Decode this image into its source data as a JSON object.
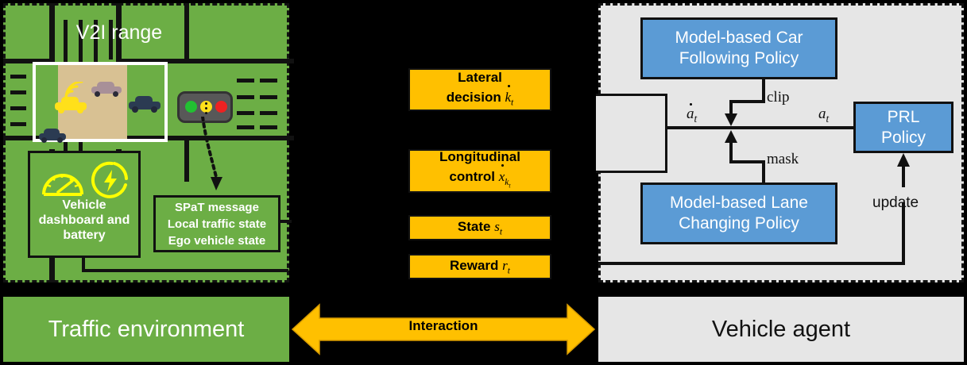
{
  "environment": {
    "title": "V2I range",
    "panel_name": "Traffic environment",
    "bg_color": "#6CAE45",
    "dashboard_box": {
      "label": "Vehicle dashboard and battery",
      "lines": [
        "Vehicle",
        "dashboard and",
        "battery"
      ],
      "icons": [
        "speedometer-icon",
        "battery-charge-icon"
      ],
      "icon_color": "#FFFF00"
    },
    "spat_box": {
      "lines": [
        "SPaT message",
        "Local traffic state",
        "Ego vehicle state"
      ]
    },
    "traffic_light": {
      "lamps": [
        "green",
        "yellow",
        "red"
      ],
      "lamp_colors": [
        "#22C032",
        "#FFE01A",
        "#EE2222"
      ],
      "housing_color": "#585858"
    },
    "vehicles": [
      {
        "name": "ego-vehicle",
        "color": "#FFE01A"
      },
      {
        "name": "leading-vehicle",
        "color": "#A89098"
      },
      {
        "name": "adjacent-vehicle-right",
        "color": "#2B3B52"
      },
      {
        "name": "trailing-vehicle",
        "color": "#2B3B52"
      }
    ]
  },
  "signals": {
    "lateral": {
      "line1": "Lateral",
      "line2": "decision",
      "symbol": "k",
      "sub": "t",
      "dot": true
    },
    "longitudinal": {
      "line1": "Longitudinal",
      "line2": "control",
      "symbol": "x",
      "sub": "k",
      "sub2": "t",
      "dot": true
    },
    "state": {
      "label": "State",
      "symbol": "s",
      "sub": "t"
    },
    "reward": {
      "label": "Reward",
      "symbol": "r",
      "sub": "t"
    },
    "box_color": "#FFC000"
  },
  "agent": {
    "panel_name": "Vehicle agent",
    "bg_color": "#E6E6E6",
    "box_color": "#5B9BD5",
    "car_following": {
      "line1": "Model-based Car",
      "line2": "Following Policy"
    },
    "lane_changing": {
      "line1": "Model-based Lane",
      "line2": "Changing Policy"
    },
    "prl": {
      "line1": "PRL",
      "line2": "Policy"
    },
    "edges": {
      "clip": "clip",
      "mask": "mask",
      "update": "update",
      "raw_action": {
        "symbol": "a",
        "sub": "t",
        "dot": true
      },
      "final_action": {
        "symbol": "a",
        "sub": "t",
        "dot": false
      }
    }
  },
  "footer": {
    "left_label": "Traffic environment",
    "right_label": "Vehicle agent",
    "arrow_label": "Interaction",
    "arrow_color": "#FFC000"
  }
}
